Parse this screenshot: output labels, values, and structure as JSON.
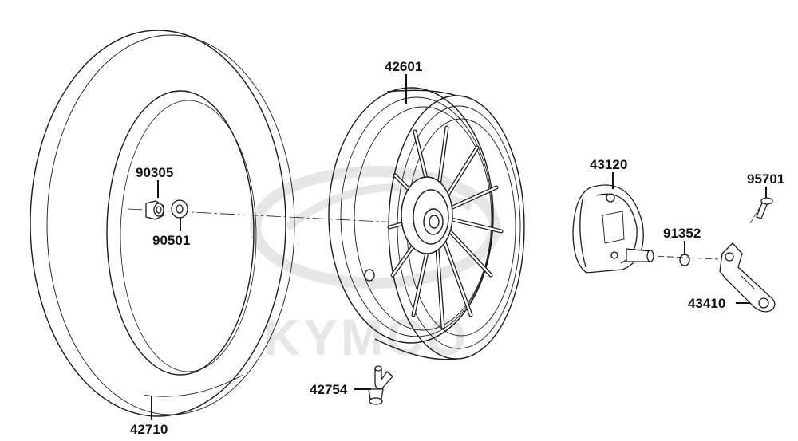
{
  "watermark": {
    "text": "KYMCO",
    "color": "#e6e6e6"
  },
  "colors": {
    "line": "#1a1a1a",
    "leader": "#111111",
    "watermark": "#e6e6e6"
  },
  "parts": [
    {
      "id": "tire",
      "number": "42710"
    },
    {
      "id": "wheel-rim",
      "number": "42601"
    },
    {
      "id": "axle-collar",
      "number": "90305"
    },
    {
      "id": "washer",
      "number": "90501"
    },
    {
      "id": "valve-stem",
      "number": "42754"
    },
    {
      "id": "brake-shoe",
      "number": "43120"
    },
    {
      "id": "bolt",
      "number": "95701"
    },
    {
      "id": "o-ring",
      "number": "91352"
    },
    {
      "id": "brake-arm",
      "number": "43410"
    }
  ]
}
